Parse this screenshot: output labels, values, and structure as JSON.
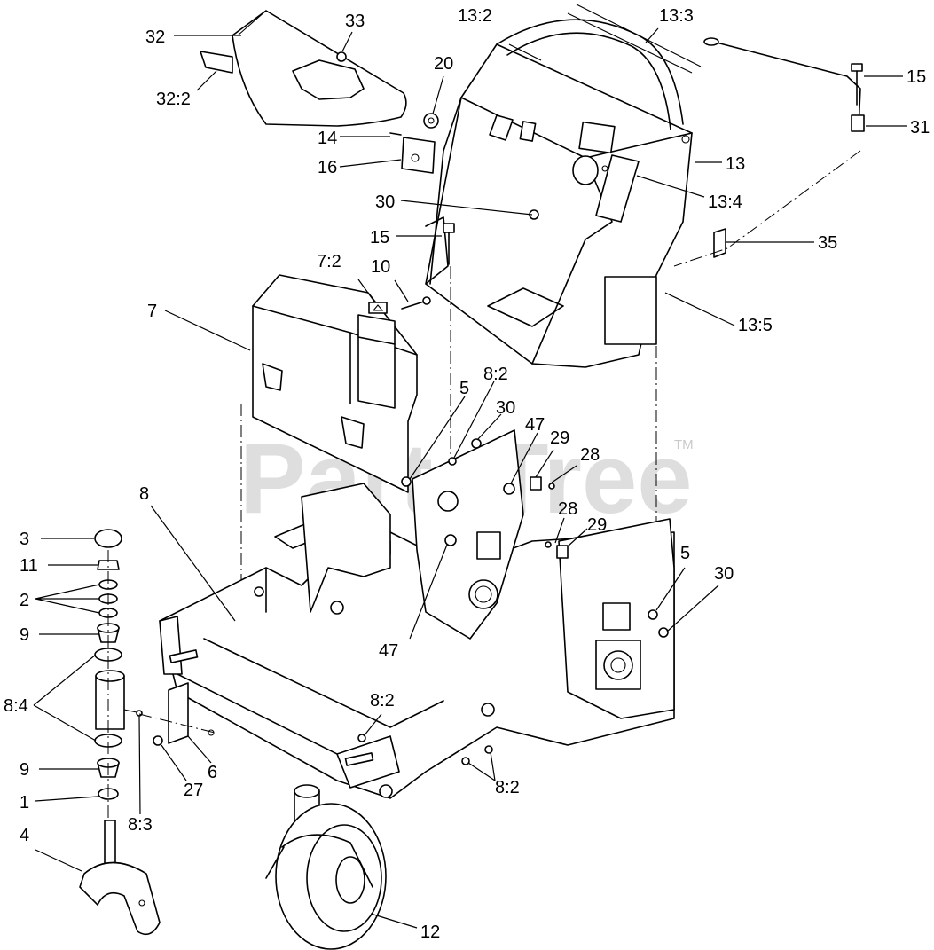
{
  "watermark": {
    "text": "PartsTree",
    "trademark": "TM"
  },
  "callouts": [
    {
      "id": "32"
    },
    {
      "id": "33"
    },
    {
      "id": "32:2"
    },
    {
      "id": "13:2"
    },
    {
      "id": "13:3"
    },
    {
      "id": "20"
    },
    {
      "id": "15"
    },
    {
      "id": "31"
    },
    {
      "id": "14"
    },
    {
      "id": "16"
    },
    {
      "id": "13"
    },
    {
      "id": "13:4"
    },
    {
      "id": "30"
    },
    {
      "id": "15"
    },
    {
      "id": "35"
    },
    {
      "id": "7:2"
    },
    {
      "id": "10"
    },
    {
      "id": "7"
    },
    {
      "id": "13:5"
    },
    {
      "id": "8:2"
    },
    {
      "id": "5"
    },
    {
      "id": "30"
    },
    {
      "id": "47"
    },
    {
      "id": "29"
    },
    {
      "id": "28"
    },
    {
      "id": "8"
    },
    {
      "id": "28"
    },
    {
      "id": "29"
    },
    {
      "id": "3"
    },
    {
      "id": "11"
    },
    {
      "id": "5"
    },
    {
      "id": "30"
    },
    {
      "id": "2"
    },
    {
      "id": "9"
    },
    {
      "id": "47"
    },
    {
      "id": "8:4"
    },
    {
      "id": "8:2"
    },
    {
      "id": "9"
    },
    {
      "id": "27"
    },
    {
      "id": "6"
    },
    {
      "id": "8:2"
    },
    {
      "id": "1"
    },
    {
      "id": "8:3"
    },
    {
      "id": "4"
    },
    {
      "id": "12"
    }
  ]
}
